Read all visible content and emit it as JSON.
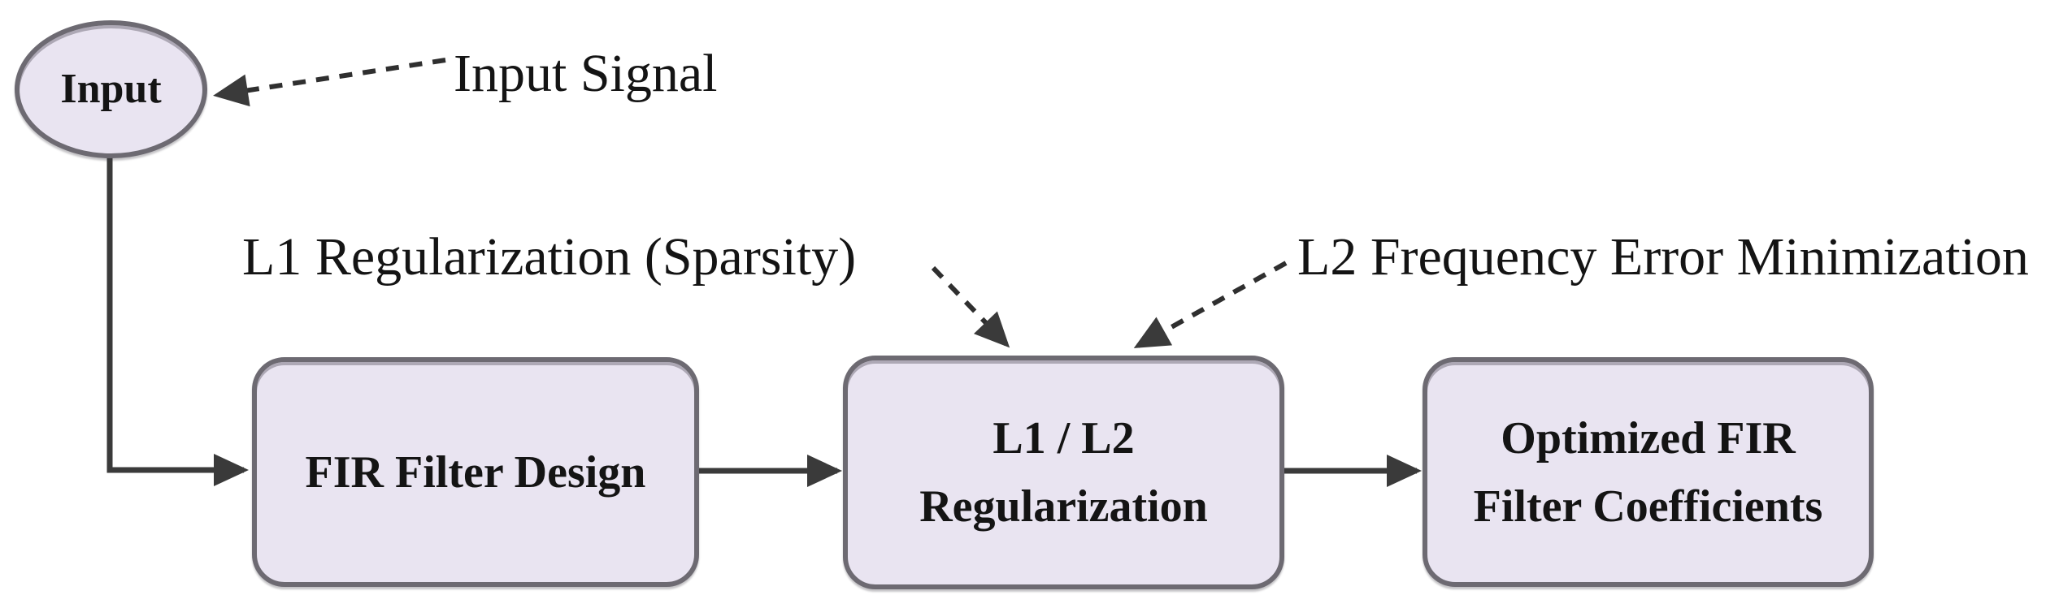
{
  "nodes": {
    "input": {
      "label": "Input"
    },
    "fir": {
      "label": "FIR Filter Design"
    },
    "reg": {
      "line1": "L1 / L2",
      "line2": "Regularization"
    },
    "output": {
      "line1": "Optimized FIR",
      "line2": "Filter Coefficients"
    }
  },
  "annotations": {
    "input_signal": "Input Signal",
    "l1": "L1 Regularization (Sparsity)",
    "l2": "L2 Frequency Error Minimization"
  },
  "colors": {
    "node_fill": "#e9e4f1",
    "node_border": "#6d6a72",
    "arrow": "#3a3a3a",
    "dashed_arrow": "#2f2f2f",
    "text": "#141414",
    "background": "#ffffff"
  }
}
